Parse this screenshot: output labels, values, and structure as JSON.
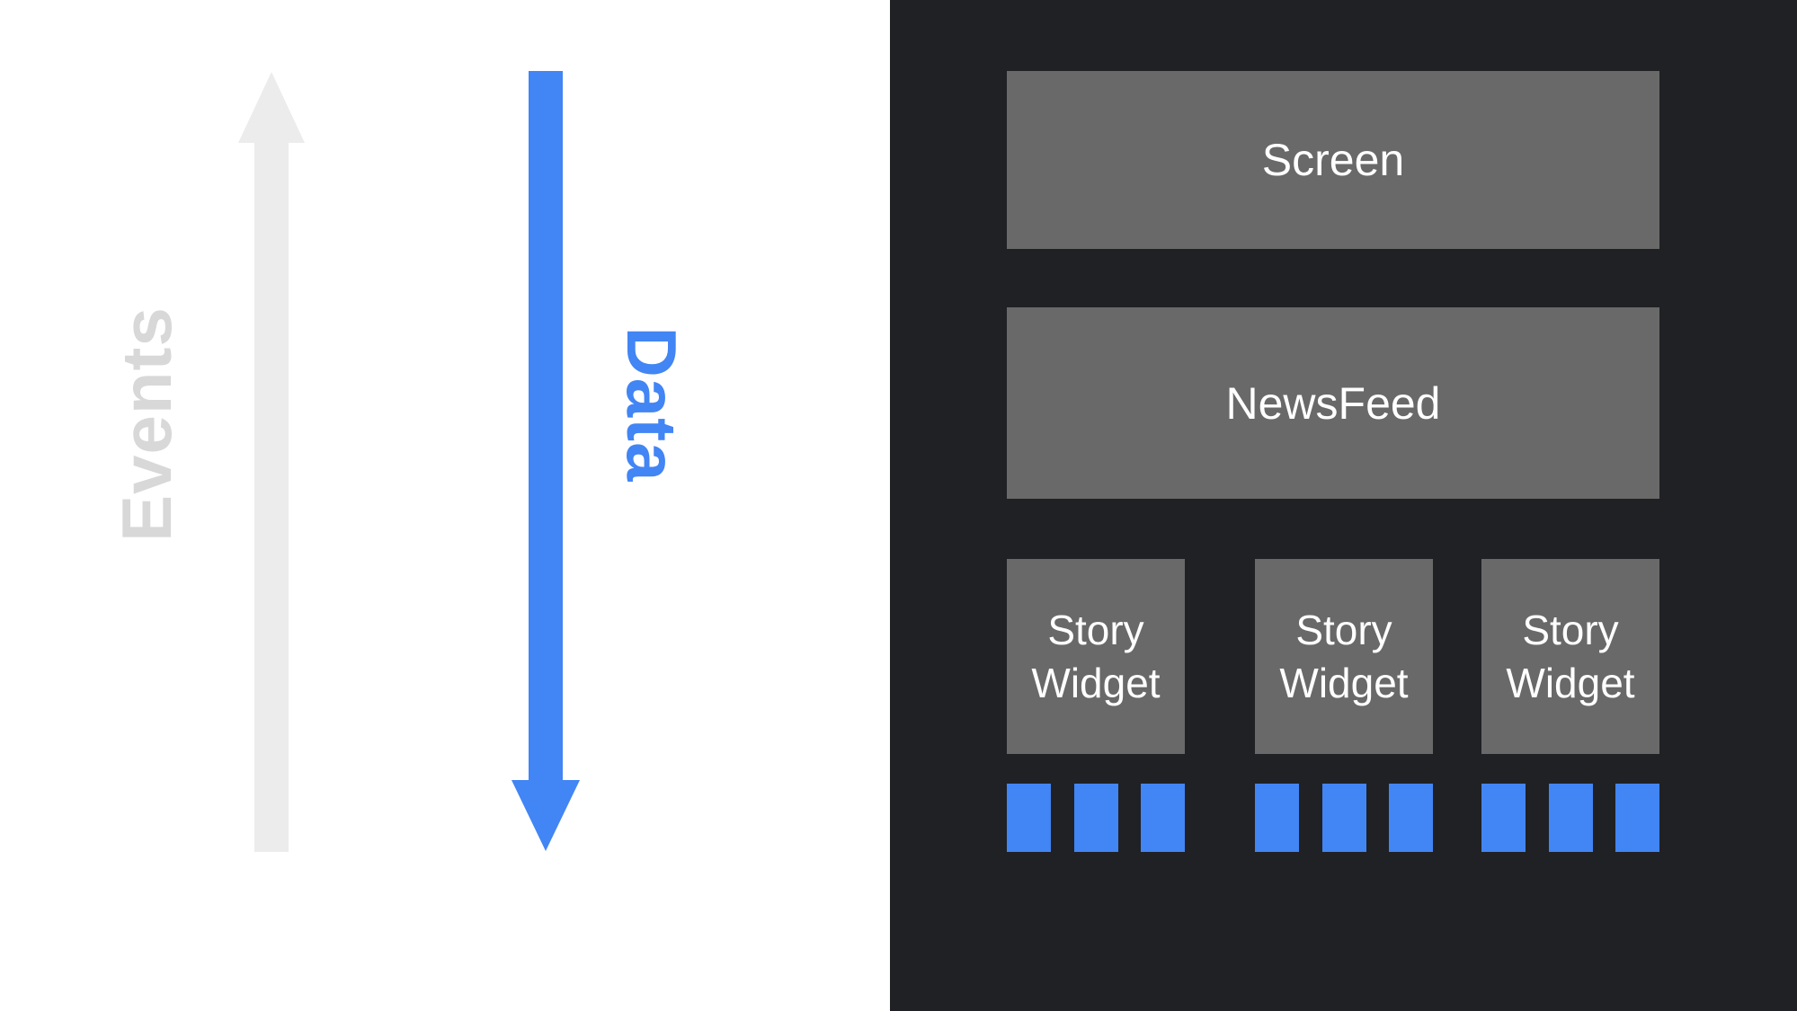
{
  "colors": {
    "page_bg": "#ffffff",
    "panel_bg": "#202124",
    "box_gray": "#696969",
    "box_text": "#ffffff",
    "arrow_gray": "#ececec",
    "events_text": "#d8d8d8",
    "blue": "#4285f4"
  },
  "left_pane": {
    "events_label": "Events",
    "data_label": "Data",
    "events_direction": "up",
    "data_direction": "down"
  },
  "widget_tree": {
    "screen_label": "Screen",
    "newsfeed_label": "NewsFeed",
    "story_widget_label": "Story Widget",
    "story_widget_count": 3,
    "data_squares_per_widget": 3
  }
}
